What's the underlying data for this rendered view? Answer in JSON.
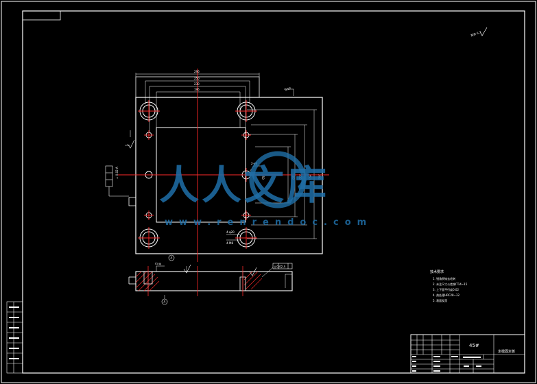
{
  "drawing": {
    "background": "#000000",
    "line_color": "#ffffff",
    "center_line_color": "#ff2a2a",
    "dimension_color": "#ffffff"
  },
  "roughness_note": "其余 6.3",
  "watermark": {
    "text": "人人文库",
    "url": "www.renrendoc.com",
    "color": "#1f6fa8"
  },
  "tech_requirements": {
    "title": "技术要求",
    "items": [
      "1. 锐角倒钝去毛刺",
      "2. 未注尺寸公差按IT14~15",
      "3. 上下面平行度0.02",
      "4. 热处理HRC28~32",
      "5. 表面发黑"
    ]
  },
  "title_block": {
    "material": "45#",
    "part_name": "定模固定板"
  },
  "datum_label": "A",
  "labels": {
    "section_top_dim": "4×φ",
    "tol_box": "∥ 0.02 A",
    "side_tol_box": "⊥ 0.02 A"
  }
}
